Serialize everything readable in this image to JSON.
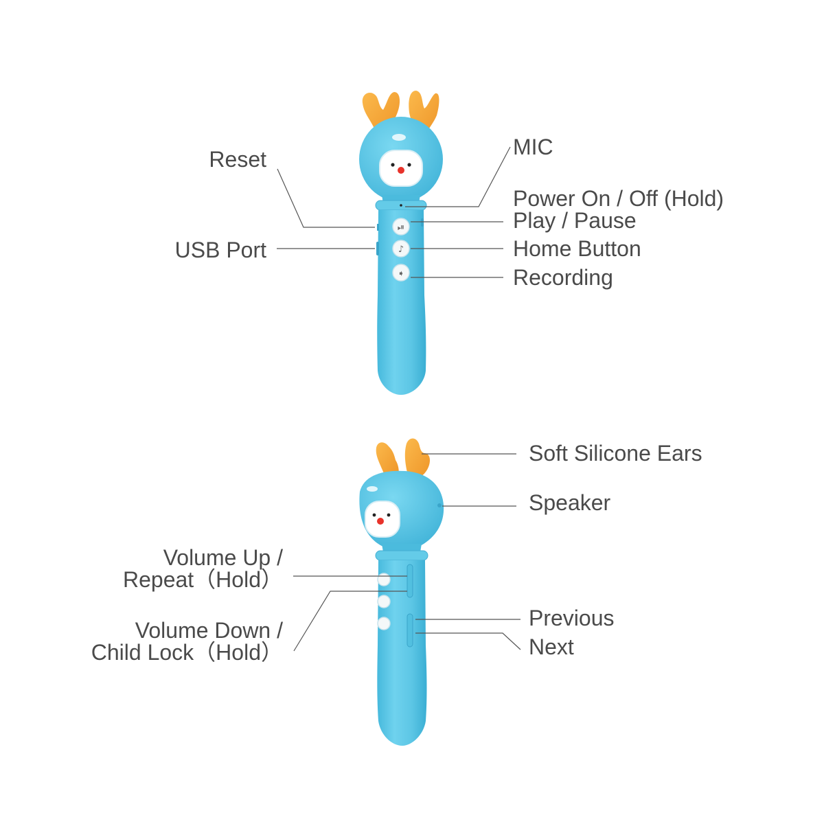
{
  "top_pen": {
    "labels": {
      "reset": "Reset",
      "usb_port": "USB Port",
      "mic": "MIC",
      "power": "Power On / Off (Hold)",
      "play_pause": "Play / Pause",
      "home": "Home Button",
      "recording": "Recording"
    }
  },
  "bottom_pen": {
    "labels": {
      "ears": "Soft Silicone Ears",
      "speaker": "Speaker",
      "vol_up_line1": "Volume Up /",
      "vol_up_line2": "Repeat（Hold）",
      "vol_down_line1": "Volume Down /",
      "vol_down_line2": "Child Lock（Hold）",
      "previous": "Previous",
      "next": "Next"
    }
  },
  "colors": {
    "pen_body": "#5ec8e6",
    "pen_shade": "#3fb3d6",
    "ears": "#f6a93b",
    "face": "#ffffff",
    "nose": "#e8322a",
    "leader_line": "#555555",
    "text": "#4a4a4a"
  },
  "icons": [
    "play-pause-icon",
    "music-note-icon",
    "record-icon"
  ]
}
